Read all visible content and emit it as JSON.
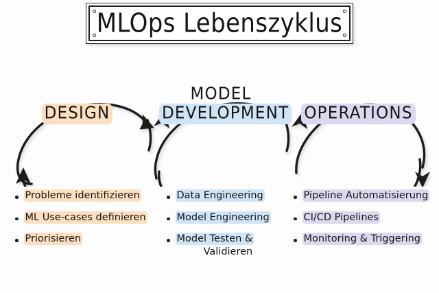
{
  "title": {
    "text": "MLOps Lebenszyklus"
  },
  "colors": {
    "background": "#fdfdfd",
    "ink": "#1c1c1c",
    "highlight_design": "#fbdfc0",
    "highlight_model": "#cfe4f5",
    "highlight_operations": "#dcd8f0"
  },
  "stages": [
    {
      "id": "design",
      "lines": [
        {
          "text": "DESIGN",
          "highlight": "peach"
        }
      ]
    },
    {
      "id": "model-development",
      "lines": [
        {
          "text": "MODEL",
          "highlight": "none"
        },
        {
          "text": "DEVELOPMENT",
          "highlight": "blue"
        }
      ]
    },
    {
      "id": "operations",
      "lines": [
        {
          "text": "OPERATIONS",
          "highlight": "lavender"
        }
      ]
    }
  ],
  "columns": [
    {
      "id": "design",
      "highlight": "peach",
      "items": [
        {
          "line1": "Probleme identifizieren",
          "line2": ""
        },
        {
          "line1": "ML Use-cases definieren",
          "line2": ""
        },
        {
          "line1": "Priorisieren",
          "line2": ""
        }
      ]
    },
    {
      "id": "model-development",
      "highlight": "blue",
      "items": [
        {
          "line1": "Data Engineering",
          "line2": ""
        },
        {
          "line1": "Model Engineering",
          "line2": ""
        },
        {
          "line1": "Model Testen &",
          "line2": "Validieren"
        }
      ]
    },
    {
      "id": "operations",
      "highlight": "lavender",
      "items": [
        {
          "line1": "Pipeline Automatisierung",
          "line2": ""
        },
        {
          "line1": "CI/CD Pipelines",
          "line2": ""
        },
        {
          "line1": "Monitoring & Triggering",
          "line2": ""
        }
      ]
    }
  ],
  "diagram": {
    "type": "infinity-loop-cycle",
    "loop_count": 3,
    "arrow_count": 6,
    "description": "Three overlapping circular loops forming a chained infinity-style lifecycle"
  }
}
